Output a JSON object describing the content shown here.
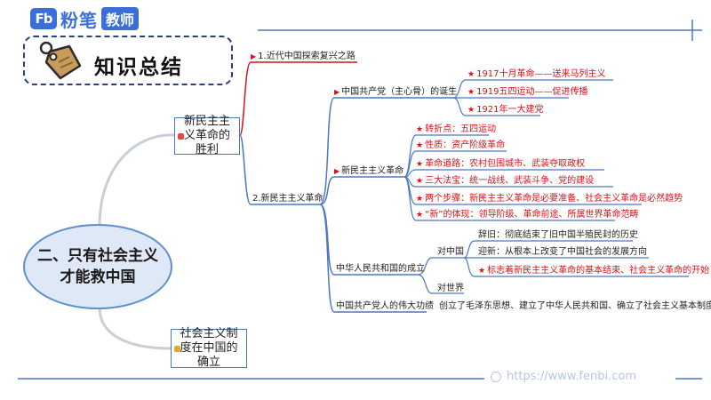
{
  "brand": {
    "mark": "Fb",
    "name": "粉笔",
    "tag": "教师"
  },
  "summary_title": "知识总结",
  "central": "二、只有社会主义才能救中国",
  "branches": {
    "victory": {
      "label": "新民主主义革命的胜利",
      "path": {
        "label": "1.近代中国探索复兴之路"
      },
      "revolution": {
        "label": "2.新民主主义革命",
        "party_birth": {
          "label": "中国共产党（主心骨）的诞生",
          "items": [
            "1917十月革命——送来马列主义",
            "1919五四运动——促进传播",
            "1921年一大建党"
          ]
        },
        "new_democratic": {
          "label": "新民主主义革命",
          "items": [
            "转折点：五四运动",
            "性质：资产阶级革命",
            "革命道路：农村包围城市、武装夺取政权",
            "三大法宝：统一战线、武装斗争、党的建设",
            "两个步骤：新民主主义革命是必要准备、社会主义革命是必然趋势",
            "“新”的体现：领导阶级、革命前途、所属世界革命范畴"
          ]
        },
        "prc_founding": {
          "label": "中华人民共和国的成立",
          "to_china": {
            "label": "对中国",
            "items": [
              "辞旧：彻底结束了旧中国半殖民封的历史",
              "迎新：从根本上改变了中国社会的发展方向",
              "标志着新民主主义革命的基本结束、社会主义革命的开始"
            ]
          },
          "to_world": {
            "label": "对世界"
          }
        },
        "achievements": {
          "label": "中国共产党人的伟大功绩",
          "text": "创立了毛泽东思想、建立了中华人民共和国、确立了社会主义基本制度"
        }
      }
    },
    "socialist": {
      "label": "社会主义制度在中国的确立"
    }
  },
  "footer_url": "https://www.fenbi.com",
  "colors": {
    "brand": "#3a6fd8",
    "accent_red": "#d8121b",
    "line_blue": "#4a78c2",
    "central_fill": "#dfe8f6"
  }
}
